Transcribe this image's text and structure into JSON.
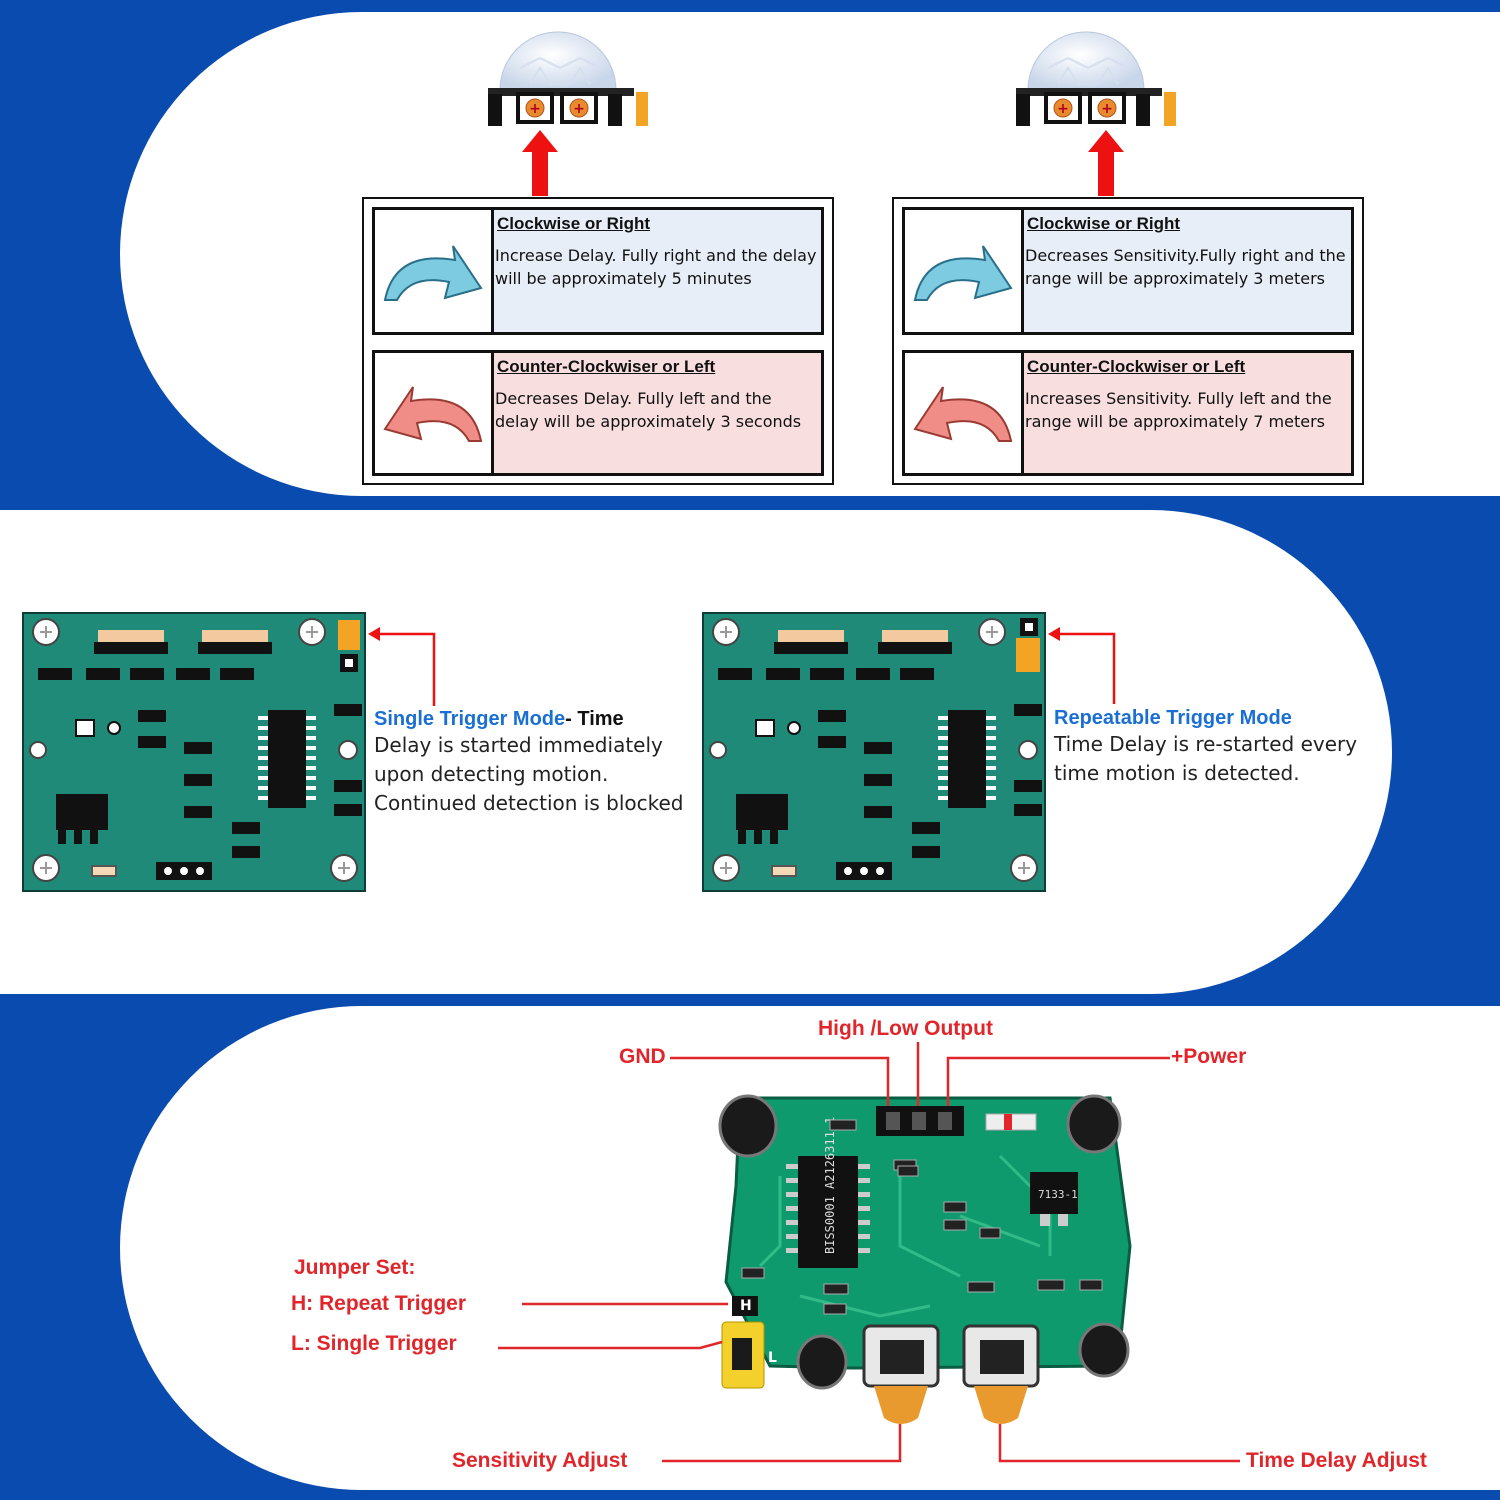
{
  "adjustments": {
    "time_delay": {
      "clockwise": {
        "heading": "Clockwise or Right",
        "text": "Increase Delay. Fully right and the delay will be approximately 5 minutes"
      },
      "counter_clockwise": {
        "heading": "Counter-Clockwiser or Left",
        "text": "Decreases Delay. Fully left and the delay will be approximately 3 seconds"
      }
    },
    "sensitivity": {
      "clockwise": {
        "heading": "Clockwise or Right",
        "text": "Decreases Sensitivity.Fully right and the range will be approximately 3 meters"
      },
      "counter_clockwise": {
        "heading": "Counter-Clockwiser or Left",
        "text": "Increases Sensitivity. Fully left and the range will be approximately 7 meters"
      }
    }
  },
  "trigger_modes": {
    "single": {
      "title": "Single Trigger Mode",
      "title_suffix": "- Time",
      "text": "Delay is started immediately upon detecting motion. Continued detection is blocked"
    },
    "repeatable": {
      "title": "Repeatable Trigger Mode",
      "text": "Time Delay is re-started every time motion is detected."
    }
  },
  "pinout": {
    "gnd": "GND",
    "output": "High /Low Output",
    "power": "+Power",
    "jumper_title": "Jumper Set:",
    "jumper_h": "H:  Repeat Trigger",
    "jumper_l": "L:  Single Trigger",
    "sensitivity": "Sensitivity Adjust",
    "time_delay": "Time Delay Adjust",
    "chip_label": "BISS0001 A2126311.1",
    "regulator_label": "7133-1",
    "jumper_h_mark": "H",
    "jumper_l_mark": "L"
  },
  "colors": {
    "brand_blue": "#0a4bb0",
    "pcb_green": "#1f8a78",
    "label_red": "#e0262a",
    "mode_blue": "#1a6fd4",
    "jumper_orange": "#f3a425",
    "arrow_cyan": "#7ccbe0",
    "arrow_salmon": "#f08d86"
  },
  "icons": [
    "clockwise-arrow-icon",
    "counter-clockwise-arrow-icon",
    "pir-sensor-icon",
    "red-up-arrow-icon"
  ]
}
